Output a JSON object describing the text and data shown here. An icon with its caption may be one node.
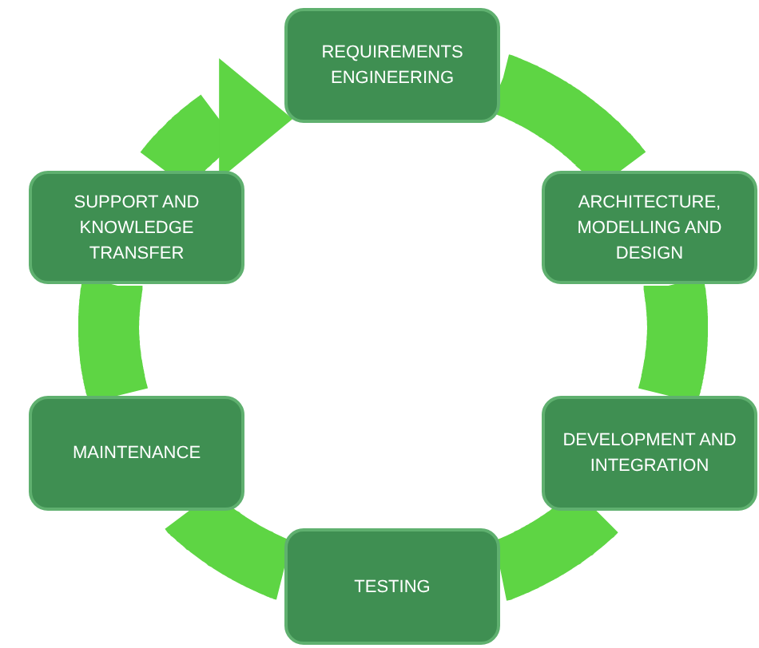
{
  "diagram": {
    "nodes": [
      {
        "text": [
          "REQUIREMENTS ENGINEERING"
        ]
      },
      {
        "text": [
          "ARCHITECTURE, MODELLING AND DESIGN"
        ]
      },
      {
        "text": [
          "DEVELOPMENT AND INTEGRATION"
        ]
      },
      {
        "text": [
          "TESTING"
        ]
      },
      {
        "text": [
          "MAINTENANCE"
        ]
      },
      {
        "text": [
          "SUPPORT AND KNOWLEDGE TRANSFER"
        ]
      }
    ],
    "edges": [
      {
        "from": 0,
        "to": 1,
        "arrow": "none"
      },
      {
        "from": 1,
        "to": 2,
        "arrow": "none"
      },
      {
        "from": 2,
        "to": 3,
        "arrow": "none"
      },
      {
        "from": 3,
        "to": 4,
        "arrow": "none"
      },
      {
        "from": 4,
        "to": 5,
        "arrow": "none"
      },
      {
        "from": 5,
        "to": 0,
        "arrow": "to"
      }
    ]
  }
}
